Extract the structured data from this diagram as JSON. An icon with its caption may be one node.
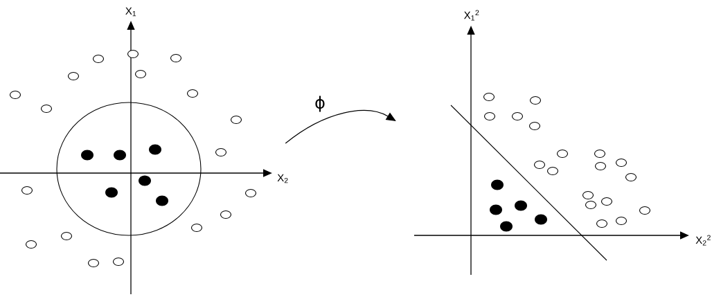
{
  "diagram": {
    "nodes": [
      {
        "text": [],
        "shape": "picture"
      },
      {
        "text": [],
        "shape": "picture"
      }
    ],
    "edges": [
      {
        "from": 0,
        "to": 1,
        "arrow": "to",
        "label": "ϕ"
      }
    ],
    "labels": [
      "X$_{1}$",
      "X$_{2}$",
      "X$_{1}$$^{2}$",
      "X$_{2}$$^{2}$"
    ]
  }
}
